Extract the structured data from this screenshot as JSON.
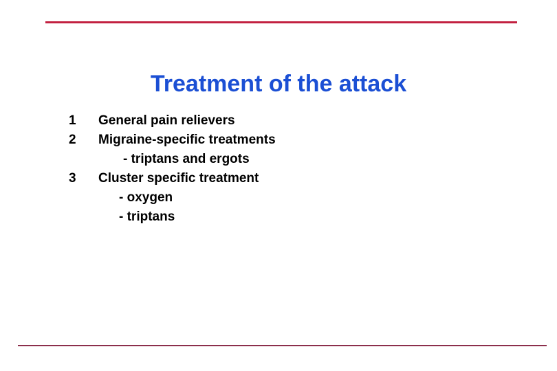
{
  "slide": {
    "title": "Treatment of the attack",
    "title_color": "#1b4fd4",
    "background_color": "#ffffff",
    "rule_top_color": "#c22040",
    "rule_bottom_color": "#8c2f4c",
    "body_text_color": "#000000",
    "items": [
      {
        "number": "1",
        "text": "General pain relievers",
        "level": "top"
      },
      {
        "number": "2",
        "text": "Migraine-specific treatments",
        "level": "top"
      },
      {
        "number": "",
        "text": "- triptans and ergots",
        "level": "sub-wide"
      },
      {
        "number": "3",
        "text": "Cluster specific treatment",
        "level": "top"
      },
      {
        "number": "",
        "text": "- oxygen",
        "level": "sub"
      },
      {
        "number": "",
        "text": "- triptans",
        "level": "sub"
      }
    ]
  }
}
